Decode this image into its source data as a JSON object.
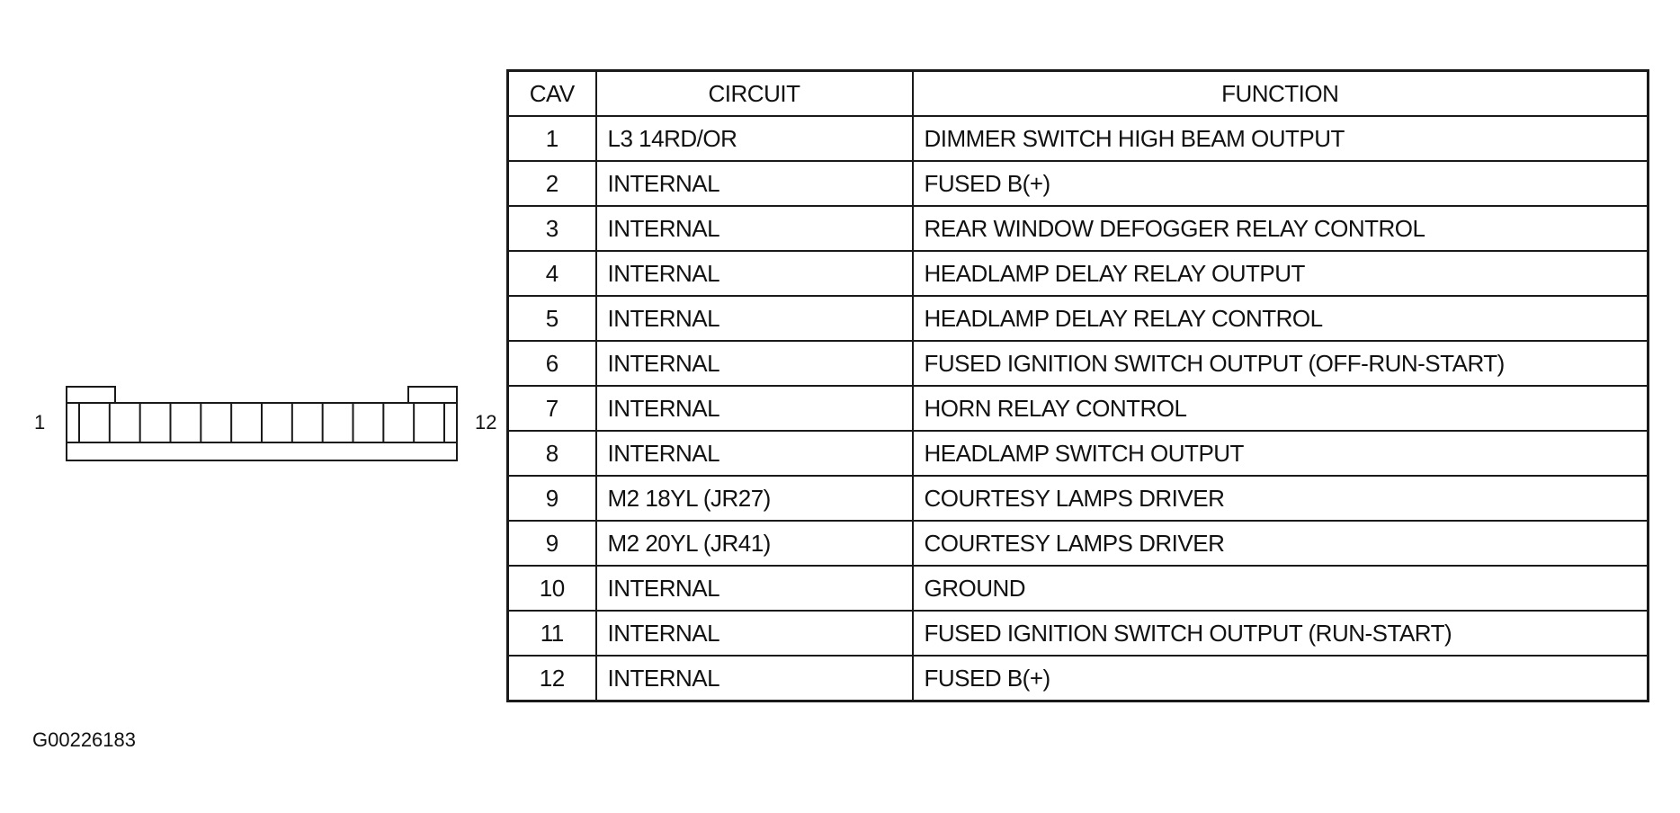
{
  "connector": {
    "pin_first": "1",
    "pin_last": "12",
    "cavity_count": 12
  },
  "table": {
    "headers": {
      "cav": "CAV",
      "circuit": "CIRCUIT",
      "function": "FUNCTION"
    },
    "rows": [
      {
        "cav": "1",
        "circuit": "L3 14RD/OR",
        "function": "DIMMER SWITCH HIGH BEAM OUTPUT"
      },
      {
        "cav": "2",
        "circuit": "INTERNAL",
        "function": "FUSED B(+)"
      },
      {
        "cav": "3",
        "circuit": "INTERNAL",
        "function": "REAR WINDOW DEFOGGER RELAY CONTROL"
      },
      {
        "cav": "4",
        "circuit": "INTERNAL",
        "function": "HEADLAMP DELAY RELAY OUTPUT"
      },
      {
        "cav": "5",
        "circuit": "INTERNAL",
        "function": "HEADLAMP DELAY RELAY CONTROL"
      },
      {
        "cav": "6",
        "circuit": "INTERNAL",
        "function": "FUSED IGNITION SWITCH OUTPUT (OFF-RUN-START)"
      },
      {
        "cav": "7",
        "circuit": "INTERNAL",
        "function": "HORN RELAY CONTROL"
      },
      {
        "cav": "8",
        "circuit": "INTERNAL",
        "function": "HEADLAMP SWITCH OUTPUT"
      },
      {
        "cav": "9",
        "circuit": "M2 18YL (JR27)",
        "function": "COURTESY LAMPS DRIVER"
      },
      {
        "cav": "9",
        "circuit": "M2 20YL (JR41)",
        "function": "COURTESY LAMPS DRIVER"
      },
      {
        "cav": "10",
        "circuit": "INTERNAL",
        "function": "GROUND"
      },
      {
        "cav": "11",
        "circuit": "INTERNAL",
        "function": "FUSED IGNITION SWITCH OUTPUT (RUN-START)"
      },
      {
        "cav": "12",
        "circuit": "INTERNAL",
        "function": "FUSED B(+)"
      }
    ]
  },
  "figure_id": "G00226183"
}
